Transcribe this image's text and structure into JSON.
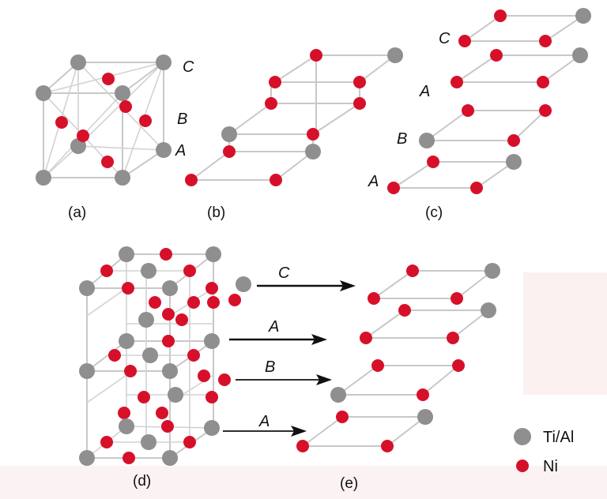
{
  "figure": {
    "panel_labels": {
      "a": "(a)",
      "b": "(b)",
      "c": "(c)",
      "d": "(d)",
      "e": "(e)"
    },
    "stacking_letters": {
      "a_C": "C",
      "a_B": "B",
      "a_A": "A",
      "c_C": "C",
      "c_A_upper": "A",
      "c_B": "B",
      "c_A_lower": "A",
      "d_C": "C",
      "d_A_upper": "A",
      "d_B": "B",
      "d_A_lower": "A"
    },
    "legend": {
      "ti_al_label": "Ti/Al",
      "ni_label": "Ni"
    },
    "colors": {
      "ni": "#d7102a",
      "ti_al": "#8f8f8f",
      "bond": "#c8c8c8",
      "background_tint": "#fbf1f1"
    }
  }
}
